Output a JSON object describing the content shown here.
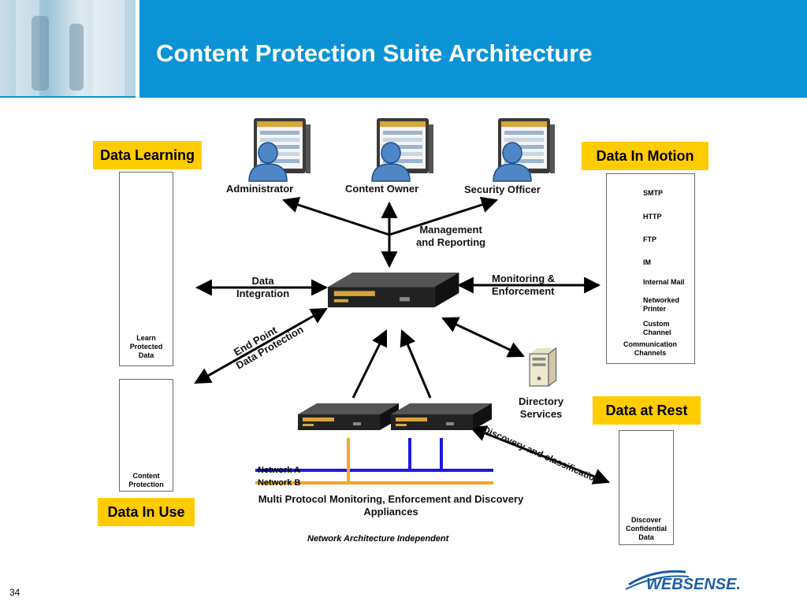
{
  "slide": {
    "title": "Content Protection Suite Architecture",
    "number": "34",
    "logo_text": "WEBSENSE."
  },
  "boxes": {
    "data_learning": "Data Learning",
    "data_in_motion": "Data In Motion",
    "data_at_rest": "Data at Rest",
    "data_in_use": "Data In Use"
  },
  "roles": [
    "Administrator",
    "Content Owner",
    "Security Officer"
  ],
  "learning_panel": {
    "label": "Learn\nProtected\nData"
  },
  "use_panel": {
    "label": "Content\nProtection"
  },
  "rest_panel": {
    "label": "Discover\nConfidential\nData"
  },
  "channels": {
    "items": [
      "SMTP",
      "HTTP",
      "FTP",
      "IM",
      "Internal Mail",
      "Networked\nPrinter",
      "Custom\nChannel"
    ],
    "footer": "Communication\nChannels"
  },
  "labels": {
    "management": "Management\nand Reporting",
    "data_integration": "Data\nIntegration",
    "monitoring": "Monitoring &\nEnforcement",
    "endpoint": "End Point\nData Protection",
    "directory": "Directory\nServices",
    "discovery": "Discovery and classification",
    "network_a": "Network A",
    "network_b": "Network B",
    "appliances": "Multi Protocol Monitoring, Enforcement and Discovery\nAppliances",
    "independent": "Network Architecture Independent"
  },
  "colors": {
    "header_blue": "#0b93d6",
    "accent_yellow": "#ffcc00",
    "network_a": "#1a1ae0",
    "network_b": "#f5a623",
    "logo_blue": "#1b5ea8"
  },
  "icons": {
    "server": "server-appliance-icon",
    "user": "user-monitor-icon",
    "database": "database-icon",
    "folder": "folder-globe-icon",
    "tower": "server-tower-icon",
    "laptop": "laptop-icon",
    "desktop": "desktop-icon"
  }
}
